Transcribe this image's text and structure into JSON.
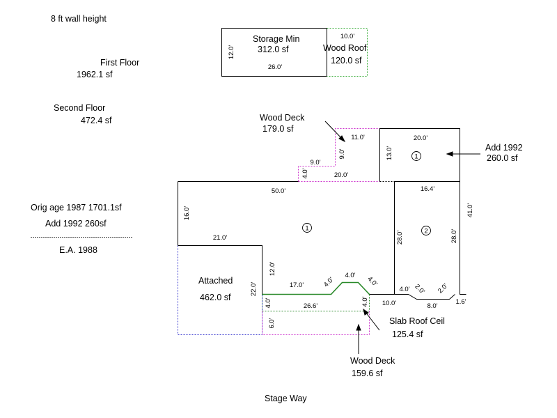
{
  "notes": {
    "wall_height": "8 ft wall height",
    "first_floor_label": "First Floor",
    "first_floor_area": "1962.1 sf",
    "second_floor_label": "Second Floor",
    "second_floor_area": "472.4 sf",
    "orig_age": "Orig age 1987 1701.1sf",
    "add_line": "Add 1992 260sf",
    "effective_age": "E.A. 1988"
  },
  "areas": {
    "storage_name": "Storage Min",
    "storage_area": "312.0 sf",
    "wood_roof_name": "Wood Roof",
    "wood_roof_area": "120.0 sf",
    "wood_deck_top_name": "Wood Deck",
    "wood_deck_top_area": "179.0 sf",
    "add_name": "Add 1992",
    "add_area": "260.0 sf",
    "attached_name": "Attached",
    "attached_area": "462.0 sf",
    "slab_name": "Slab Roof Ceil",
    "slab_area": "125.4 sf",
    "wood_deck_bottom_name": "Wood Deck",
    "wood_deck_bottom_area": "159.6 sf"
  },
  "street": "Stage Way",
  "markers": {
    "main": "1",
    "add": "1",
    "second": "2"
  },
  "dimensions": {
    "storage_height": "12.0'",
    "storage_width": "26.0'",
    "roof_width": "10.0'",
    "deck_top": "11.0'",
    "deck_side": "9.0'",
    "deck_step_w": "9.0'",
    "deck_step_h": "4.0'",
    "deck_bottom": "20.0'",
    "add_top": "20.0'",
    "add_side": "13.0'",
    "main_top": "50.0'",
    "main_left": "16.0'",
    "main_step": "21.0'",
    "main_inner": "12.0'",
    "second_top": "16.4'",
    "right_side": "41.0'",
    "second_left": "28.0'",
    "second_right": "28.0'",
    "attached_side": "22.0'",
    "bottom_run": "17.0'",
    "bump_left": "4.0'",
    "bump_top": "4.0'",
    "bump_right": "4.0'",
    "slab_left": "4.0'",
    "slab_right": "4.0'",
    "slab_width": "26.6'",
    "bottom_a": "10.0'",
    "bottom_b": "4.0'",
    "notch_l": "2.0'",
    "notch_w": "8.0'",
    "notch_r": "2.0'",
    "notch_end": "1.6'",
    "deck_bottom_side": "6.0'"
  },
  "colors": {
    "wall": "#000000",
    "deck_line": "#cc33cc",
    "roof_line": "#33aa33",
    "attached_line": "#3333cc",
    "slab_line": "#2a8a2a"
  }
}
